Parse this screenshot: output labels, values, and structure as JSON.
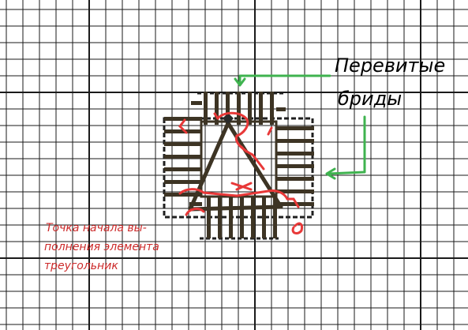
{
  "labels": {
    "twisted_bars_line1": "Перевитые",
    "twisted_bars_line2": "бриды",
    "start_point_line1": "Точка начала вы-",
    "start_point_line2": "полнения элемента",
    "start_point_line3": "треугольник"
  },
  "colors": {
    "grid": "#1a1a1a",
    "stitch": "#3d3424",
    "red_path": "#e83838",
    "green_arrow": "#3fb34f",
    "caption_red": "#cc2a2a"
  }
}
